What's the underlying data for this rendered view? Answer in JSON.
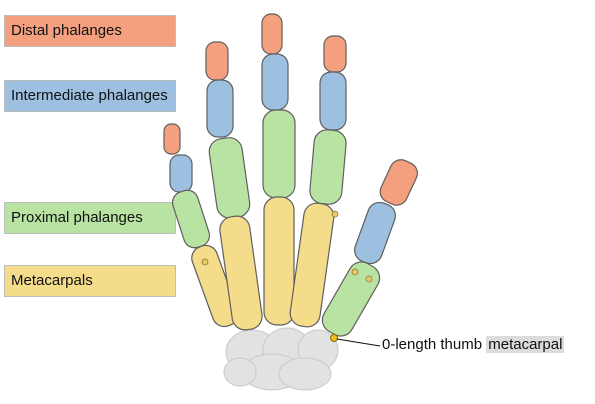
{
  "labels": {
    "distal": "Distal phalanges",
    "intermediate": "Intermediate phalanges",
    "proximal": "Proximal phalanges",
    "metacarpals": "Metacarpals"
  },
  "annotation": {
    "prefix": "0-length thumb ",
    "highlight": "metacarpal"
  },
  "colors": {
    "distal": "#f4a07f",
    "intermediate": "#9dbfe0",
    "proximal": "#b9e3a3",
    "metacarpal": "#f5dc8a",
    "carpals": "#e2e2e2",
    "bone_outline": "#5f5f5f"
  }
}
